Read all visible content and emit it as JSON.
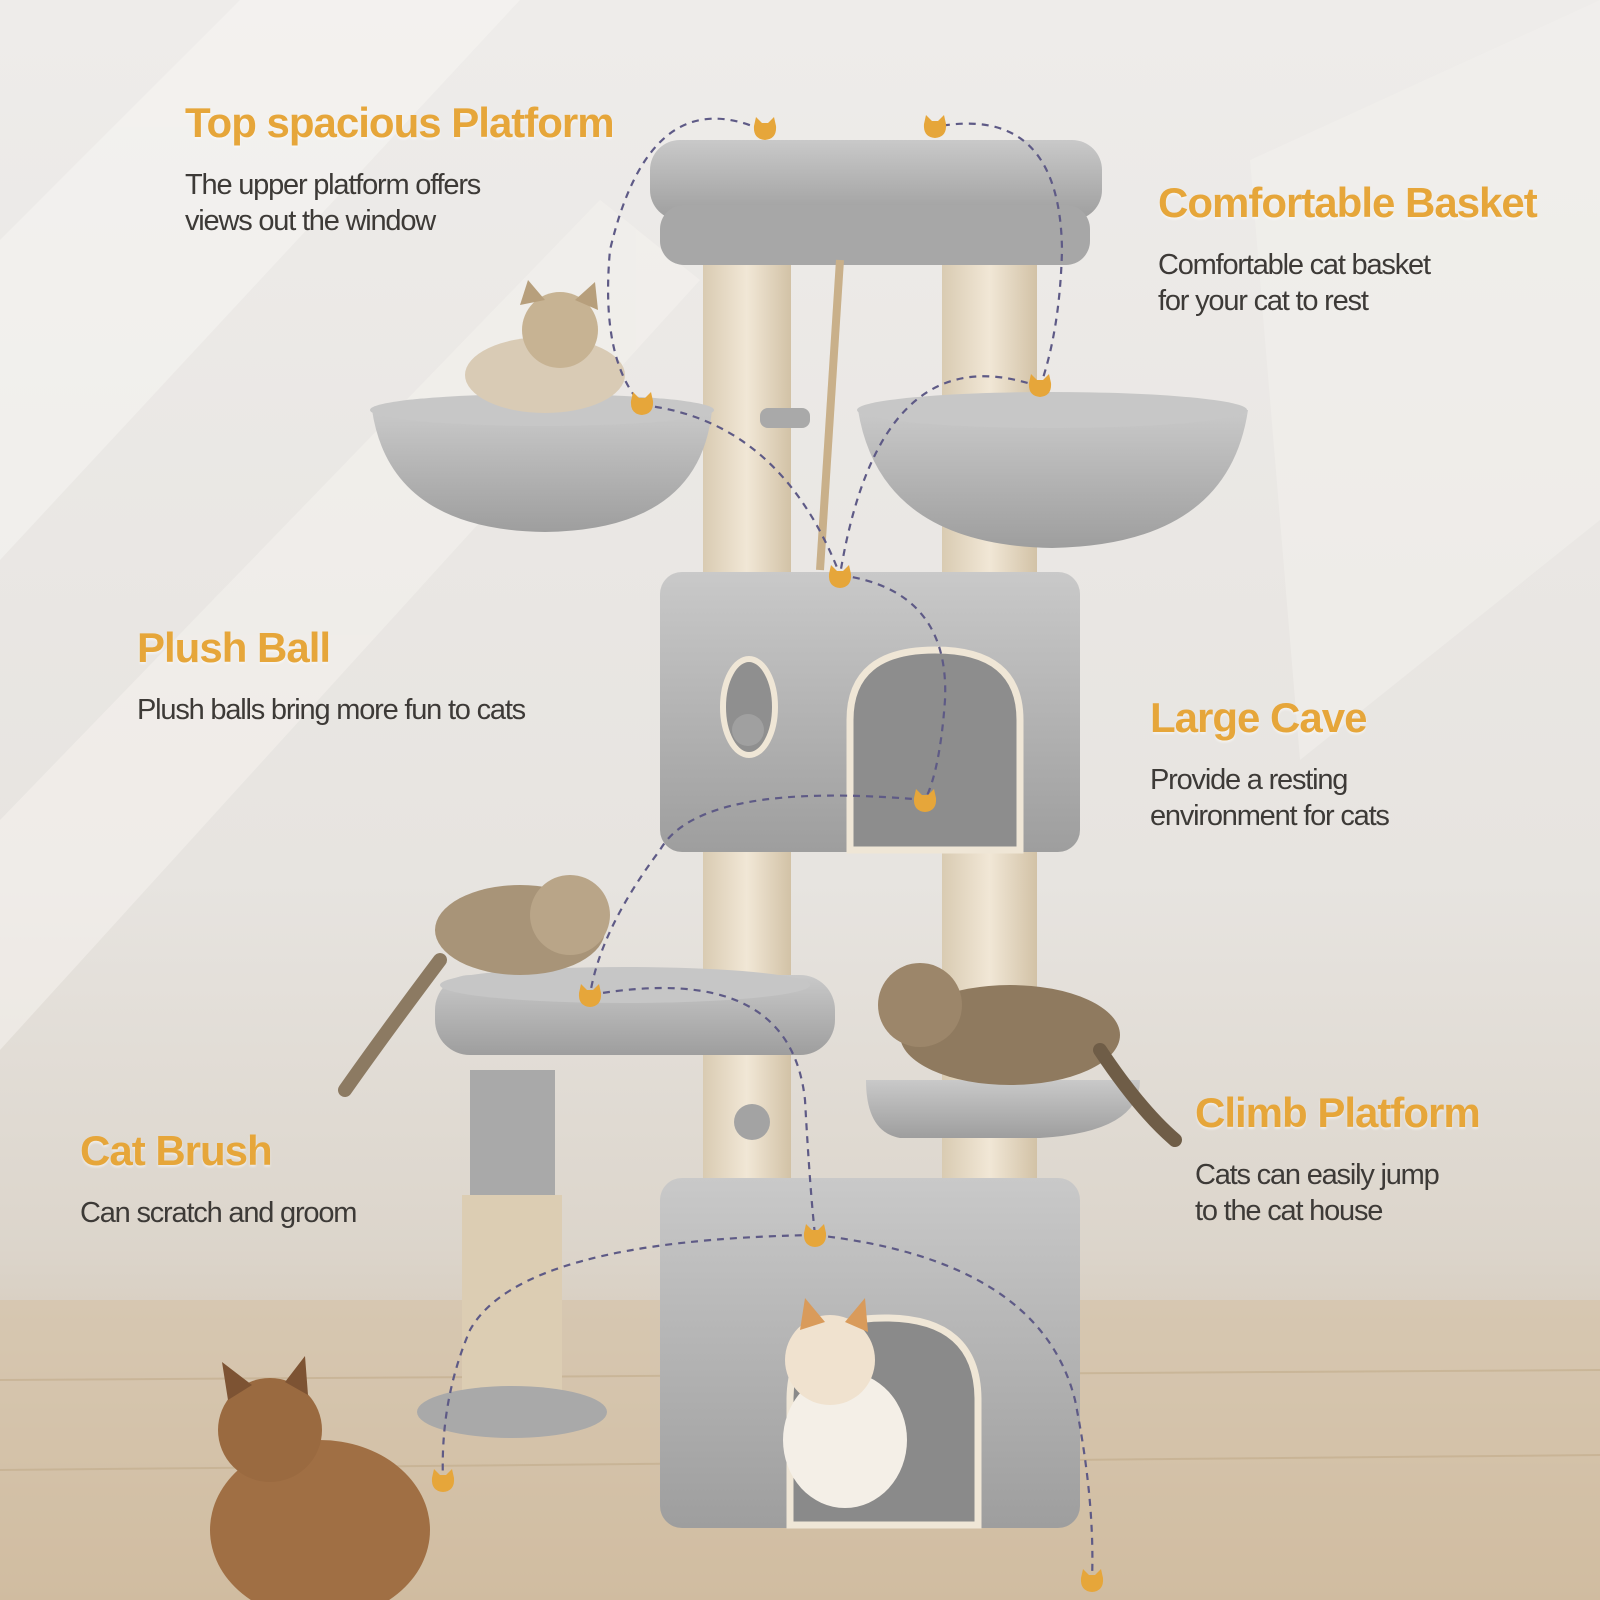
{
  "colors": {
    "accent": "#e6a63a",
    "body_text": "#3d3a37",
    "plush_gray": "#b9b9b9",
    "sisal": "#e9dcc6",
    "floor": "#c9b59a"
  },
  "features": [
    {
      "title": "Top spacious Platform",
      "description": "The upper platform offers\nviews out the window"
    },
    {
      "title": "Comfortable Basket",
      "description": "Comfortable cat basket\nfor your cat to rest"
    },
    {
      "title": "Plush Ball",
      "description": "Plush balls bring more fun to cats"
    },
    {
      "title": "Large Cave",
      "description": "Provide a resting\nenvironment for cats"
    },
    {
      "title": "Cat Brush",
      "description": "Can scratch and groom"
    },
    {
      "title": "Climb Platform",
      "description": "Cats can easily jump\nto the cat house"
    }
  ],
  "icons": [
    "cat-head-marker-icon"
  ]
}
